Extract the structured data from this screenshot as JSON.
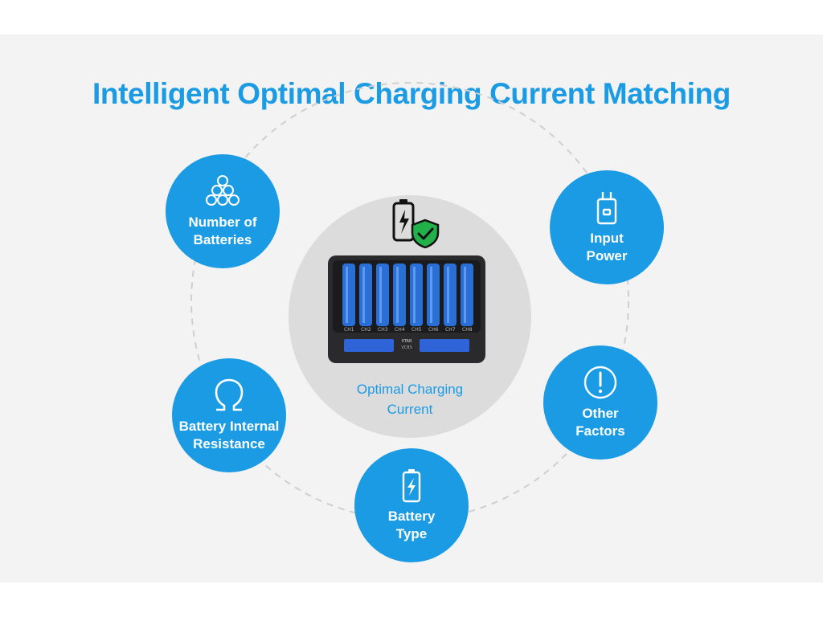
{
  "title": "Intelligent Optimal Charging Current Matching",
  "center": {
    "label": "Optimal Charging\nCurrent",
    "device_icon": "battery-charger-device",
    "badge_icon": "battery-shield-check-icon",
    "device_brand": "XTAR",
    "device_model": "VC8S",
    "channels": [
      "CH1",
      "CH2",
      "CH3",
      "CH4",
      "CH5",
      "CH6",
      "CH7",
      "CH8"
    ]
  },
  "factors": [
    {
      "label": "Number of\nBatteries",
      "icon": "battery-stack-icon"
    },
    {
      "label": "Input\nPower",
      "icon": "power-plug-icon"
    },
    {
      "label": "Battery Internal\nResistance",
      "icon": "omega-icon"
    },
    {
      "label": "Other\nFactors",
      "icon": "exclamation-icon"
    },
    {
      "label": "Battery\nType",
      "icon": "battery-bolt-icon"
    }
  ],
  "colors": {
    "accent": "#1a9be4",
    "panel": "#f3f3f3",
    "center_disc": "#dcdcdc",
    "shield": "#22b04b"
  }
}
